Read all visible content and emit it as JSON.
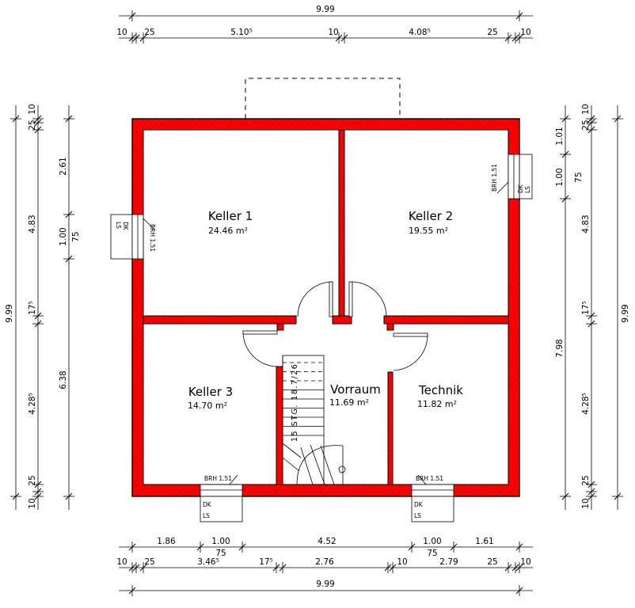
{
  "rooms": [
    {
      "name": "Keller 1",
      "area": "24.46 m²"
    },
    {
      "name": "Keller 2",
      "area": "19.55 m²"
    },
    {
      "name": "Keller 3",
      "area": "14.70 m²"
    },
    {
      "name": "Vorraum",
      "area": "11.69 m²"
    },
    {
      "name": "Technik",
      "area": "11.82 m²"
    }
  ],
  "stair_label": "15 STG. 18.7/26",
  "windows": {
    "brh": "BRH 1.51",
    "dk": "DK",
    "ls": "LS"
  },
  "dims": {
    "top_total": "9.99",
    "top": [
      "10",
      "25",
      "5.10⁵",
      "10",
      "4.08⁵",
      "25",
      "10"
    ],
    "bottom_open": [
      "1.86",
      "1.00",
      "4.52",
      "1.00",
      "1.61"
    ],
    "bottom_open_sub": [
      "75",
      "75"
    ],
    "bottom": [
      "10",
      "25",
      "3.46⁵",
      "17⁵",
      "2.76",
      "10",
      "2.79",
      "25",
      "10"
    ],
    "bottom_total": "9.99",
    "left_total": "9.99",
    "left_outer": [
      "10",
      "25",
      "4.83",
      "17⁵",
      "4.28⁵",
      "25",
      "10"
    ],
    "left_inner": [
      "2.61",
      "1.00",
      "6.38"
    ],
    "left_inner_sub": [
      "75"
    ],
    "right_total": "9.99",
    "right_outer": [
      "10",
      "25",
      "4.83",
      "17⁵",
      "4.28⁵",
      "25",
      "10"
    ],
    "right_inner": [
      "1.01",
      "1.00",
      "7.98"
    ],
    "right_inner_sub": [
      "75"
    ]
  }
}
